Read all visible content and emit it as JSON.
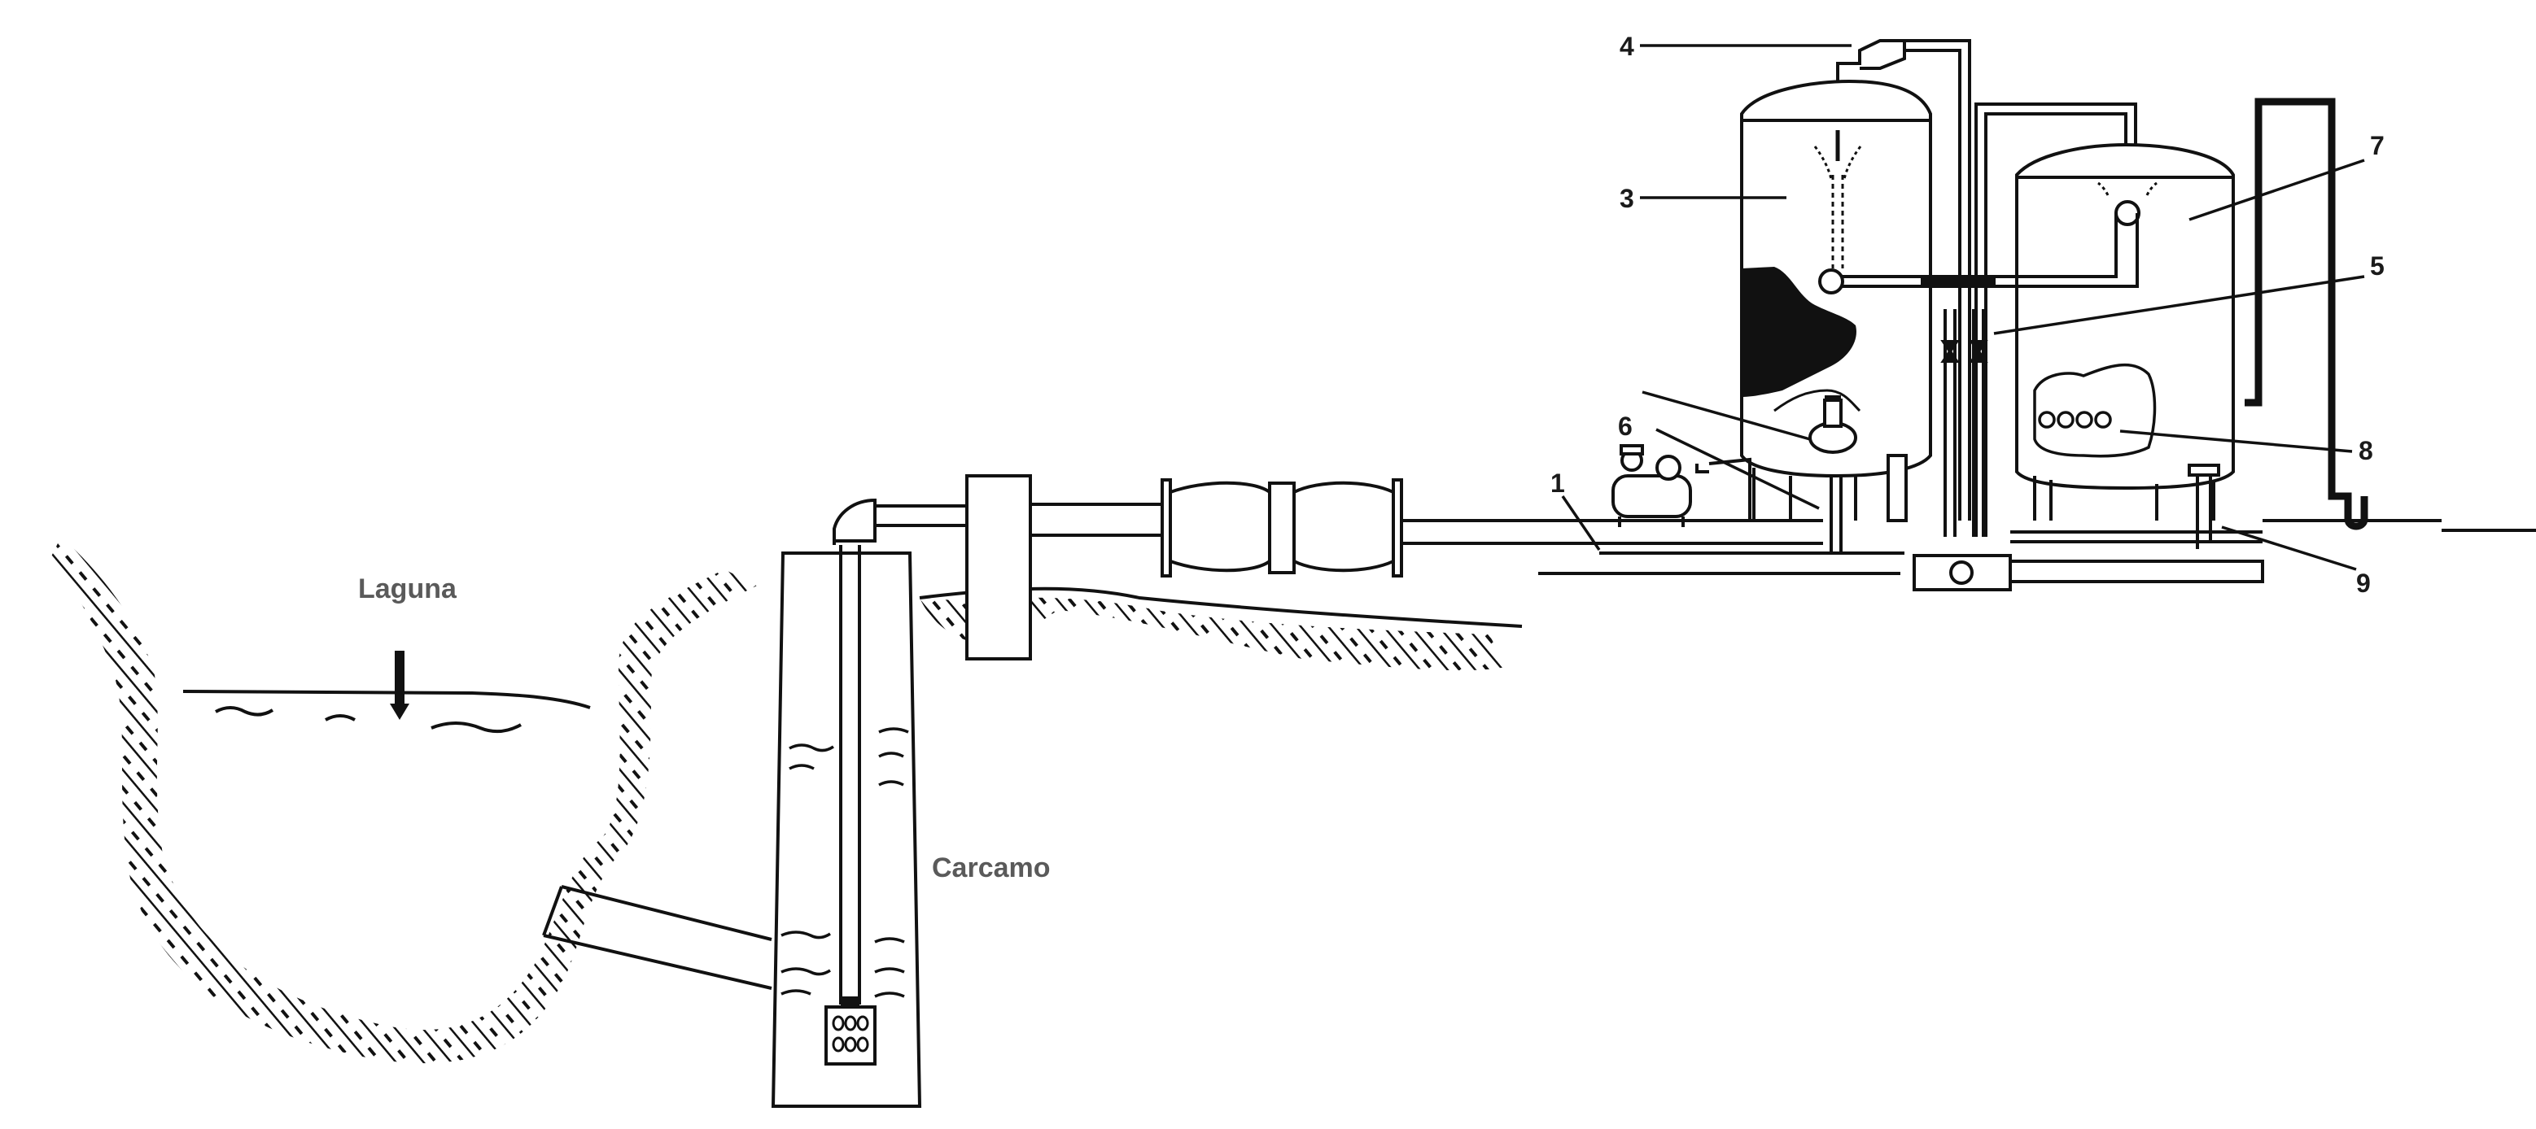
{
  "places": {
    "lagoon": "Laguna",
    "sump": "Carcamo"
  },
  "callouts": {
    "c1": "1",
    "c3": "3",
    "c4": "4",
    "c5": "5",
    "c6": "6",
    "c7": "7",
    "c8": "8",
    "c9": "9"
  },
  "colors": {
    "line": "#111111",
    "ink": "#1a1a1a",
    "label_gray": "#5a5a5a",
    "background": "#ffffff"
  }
}
